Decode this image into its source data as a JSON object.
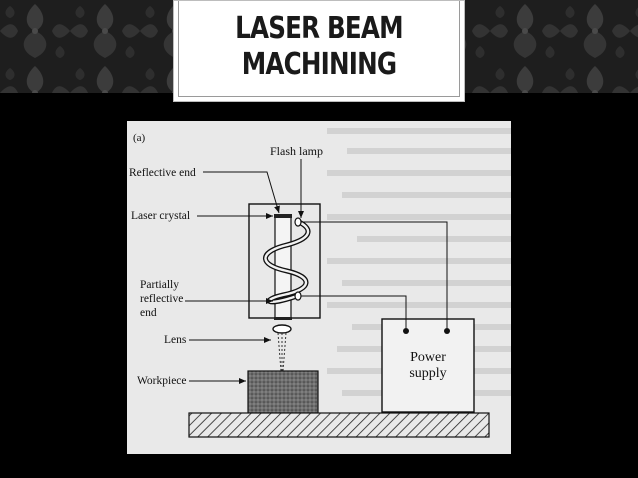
{
  "slide": {
    "title_line1": "LASER BEAM",
    "title_line2": "MACHINING"
  },
  "figure": {
    "panel_label": "(a)",
    "labels": {
      "flash_lamp": "Flash lamp",
      "reflective_end": "Reflective end",
      "laser_crystal": "Laser crystal",
      "partially_reflective_1": "Partially",
      "partially_reflective_2": "reflective",
      "partially_reflective_3": "end",
      "lens": "Lens",
      "workpiece": "Workpiece",
      "power_supply_1": "Power",
      "power_supply_2": "supply"
    }
  },
  "colors": {
    "banner_bg": "#1e1e1e",
    "ornament": "#3a3a3a",
    "page_bg": "#000000",
    "paper": "#e9e9e9",
    "ink": "#111111"
  }
}
